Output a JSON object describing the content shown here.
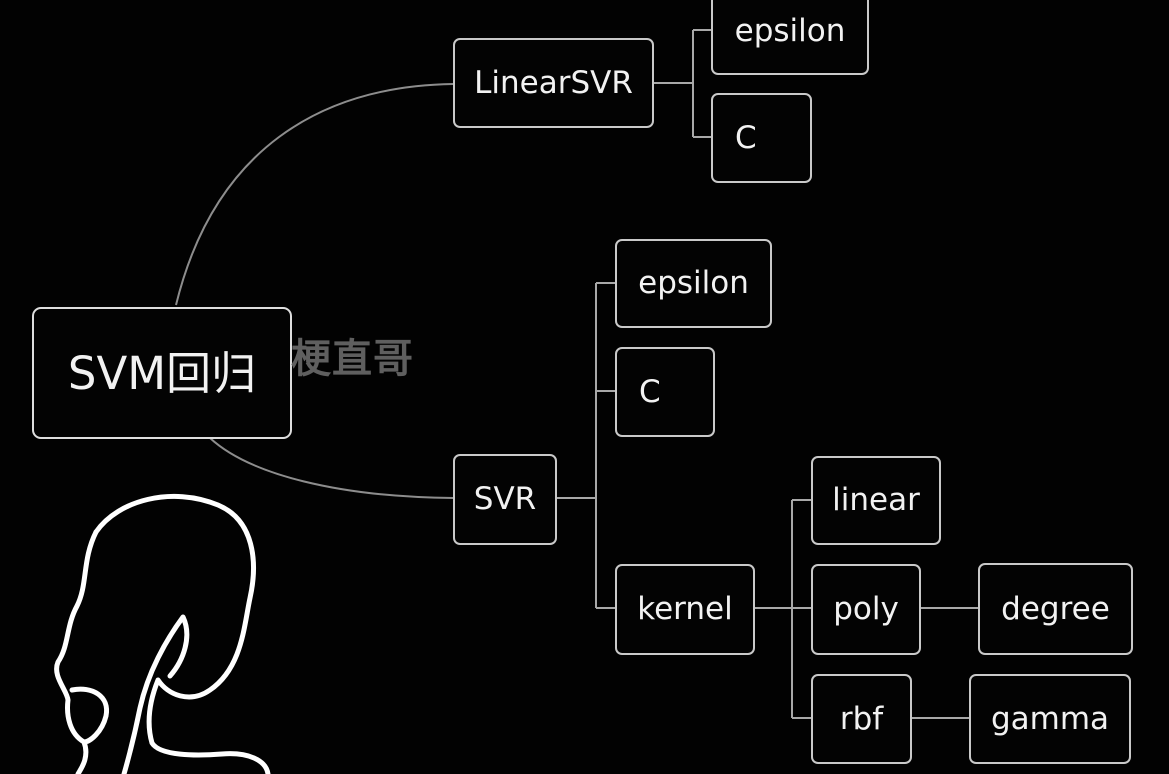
{
  "diagram": {
    "root": "SVM回归",
    "watermark": "梗直哥",
    "nodes": {
      "linearsvr": "LinearSVR",
      "linearsvr_epsilon": "epsilon",
      "linearsvr_c": "C",
      "svr": "SVR",
      "svr_epsilon": "epsilon",
      "svr_c": "C",
      "svr_kernel": "kernel",
      "kernel_linear": "linear",
      "kernel_poly": "poly",
      "kernel_rbf": "rbf",
      "poly_degree": "degree",
      "rbf_gamma": "gamma"
    },
    "colors": {
      "background": "#020202",
      "node_border": "#c9c9c9",
      "text": "#f2f2f2",
      "watermark": "#5f5f5f",
      "sketch": "#ffffff"
    }
  }
}
